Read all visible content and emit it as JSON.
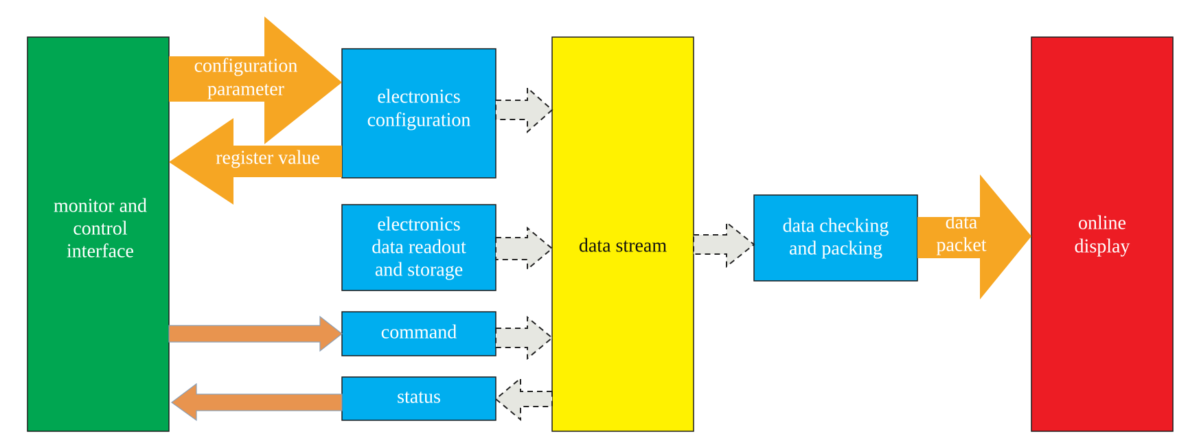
{
  "colors": {
    "green_block": "#00a651",
    "blue_block": "#00aeef",
    "yellow_block": "#fff200",
    "red_block": "#ed1c24",
    "orange_arrow": "#f6a623",
    "salmon_arrow": "#e8944f",
    "gray_arrow": "#e6e7e1"
  },
  "blocks": {
    "monitor": [
      "monitor and",
      "control",
      "interface"
    ],
    "elec_config": [
      "electronics",
      "configuration"
    ],
    "elec_readout": [
      "electronics",
      "data readout",
      "and storage"
    ],
    "command": [
      "command"
    ],
    "status": [
      "status"
    ],
    "data_stream": [
      "data stream"
    ],
    "checking": [
      "data checking",
      "and packing"
    ],
    "online": [
      "online",
      "display"
    ]
  },
  "arrows": {
    "config_param": [
      "configuration",
      "parameter"
    ],
    "register_value": [
      "register value"
    ],
    "data_packet": [
      "data",
      "packet"
    ]
  }
}
